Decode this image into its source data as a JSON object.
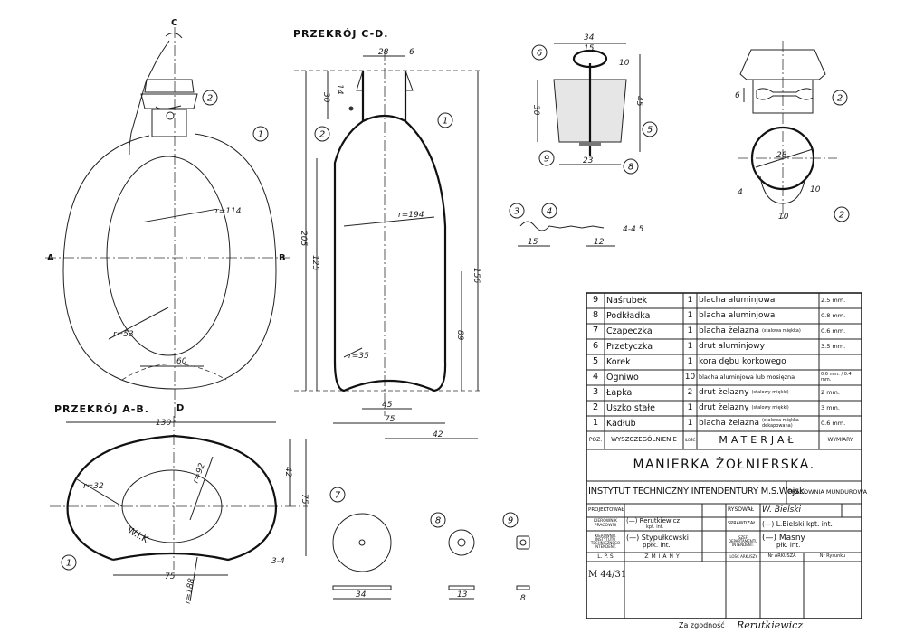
{
  "views": {
    "section_cd": "PRZEKRÓJ C-D.",
    "section_ab": "PRZEKRÓJ A-B.",
    "letter_c": "C",
    "letter_d": "D",
    "letter_a": "A",
    "letter_b": "B"
  },
  "dims": {
    "front": [
      "r=114",
      "r=53",
      "60"
    ],
    "side": [
      "28",
      "6",
      "14",
      "30",
      "205",
      "125",
      "156",
      "89",
      "r=194",
      "r=35",
      "45",
      "75",
      "42"
    ],
    "plug": [
      "34",
      "15",
      "10",
      "45",
      "30",
      "23"
    ],
    "chain": [
      "15",
      "12",
      "4-4.5"
    ],
    "cap": [
      "6",
      "28",
      "4",
      "10",
      "10"
    ],
    "section": [
      "130",
      "r=32",
      "r=92",
      "42",
      "75",
      "75",
      "3-4",
      "r=188"
    ],
    "parts": [
      "34",
      "13",
      "8"
    ]
  },
  "balloons": [
    "1",
    "2",
    "3",
    "4",
    "5",
    "6",
    "7",
    "8",
    "9"
  ],
  "parts_table": {
    "rows": [
      {
        "pos": "9",
        "name": "Naśrubek",
        "qty": "1",
        "material": "blacha aluminjowa",
        "note": "",
        "dim": "2.5 mm."
      },
      {
        "pos": "8",
        "name": "Podkładka",
        "qty": "1",
        "material": "blacha aluminjowa",
        "note": "",
        "dim": "0.8 mm."
      },
      {
        "pos": "7",
        "name": "Czapeczka",
        "qty": "1",
        "material": "blacha żelazna",
        "note": "(stalowa miękka)",
        "dim": "0.6 mm."
      },
      {
        "pos": "6",
        "name": "Przetyczka",
        "qty": "1",
        "material": "drut aluminjowy",
        "note": "",
        "dim": "3.5 mm."
      },
      {
        "pos": "5",
        "name": "Korek",
        "qty": "1",
        "material": "kora dębu korkowego",
        "note": "",
        "dim": ""
      },
      {
        "pos": "4",
        "name": "Ogniwo",
        "qty": "10",
        "material": "blacha aluminjowa lub mosiężna",
        "note": "",
        "dim": "0.6 mm. / 0.4 mm."
      },
      {
        "pos": "3",
        "name": "Łapka",
        "qty": "2",
        "material": "drut żelazny",
        "note": "(stalowy miękki)",
        "dim": "2 mm."
      },
      {
        "pos": "2",
        "name": "Uszko stałe",
        "qty": "1",
        "material": "drut żelazny",
        "note": "(stalowy miękki)",
        "dim": "3 mm."
      },
      {
        "pos": "1",
        "name": "Kadłub",
        "qty": "1",
        "material": "blacha żelazna",
        "note": "(stalowa miękka dekapowana)",
        "dim": "0.6 mm."
      }
    ],
    "header": {
      "pos": "POZ.",
      "name": "WYSZCZEGÓLNIENIE",
      "qty": "ILOŚĆ",
      "material": "MATERJAŁ",
      "dim": "WYMIARY"
    }
  },
  "title_block": {
    "title": "MANIERKA ŻOŁNIERSKA.",
    "institute": "INSTYTUT TECHNICZNY INTENDENTURY M.S.Wojsk.",
    "workshop": "PRACOWNIA MUNDUROWA",
    "designed": "PROJEKTOWAŁ",
    "drawn": "RYSOWAŁ",
    "drawn_sig": "W. Bielski",
    "head_workshop": "KIEROWNIK PRACOWNI",
    "head_workshop_name": "(—) Rerutkiewicz",
    "head_workshop_rank": "kpt. int.",
    "checked": "SPRAWDZAŁ",
    "checked_name": "(—) L.Bielski kpt. int.",
    "head_institute": "KIEROWNIK INSTYTUTU TECHNICZNEGO INTENDENT.",
    "head_institute_name": "(—) Stypułkowski",
    "head_institute_rank": "ppłk. int.",
    "dept_chief": "SZEF DEPARTAMENTU INTENDENT.",
    "dept_chief_name": "(—) Masny",
    "dept_chief_rank": "płk. int.",
    "lps": "L. P. S",
    "changes": "ZMIANY",
    "sheets": "ILOŚĆ ARKUSZY",
    "sheet_no": "Nr ARKUSZA",
    "drawing_no": "Nr Rysunku",
    "code": "M 44/31",
    "conformity": "Za zgodność",
    "conformity_sig": "Rerutkiewicz"
  },
  "watermark": "W.I.K."
}
